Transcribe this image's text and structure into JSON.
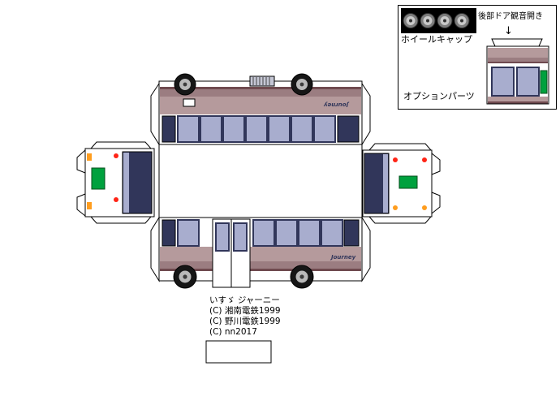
{
  "colors": {
    "pink": "#b59a9c",
    "stripe": "#9b7d81",
    "maroon": "#6f4a4f",
    "lav": "#a8adce",
    "navy": "#31365a",
    "green": "#00a13e",
    "red": "#ff2416",
    "orange": "#ff9d1e",
    "hub": "#b9b9b9",
    "tire": "#161616",
    "vent": "#c4c6d4"
  },
  "options_panel": {
    "wheel_caps_label": "ホイールキャップ",
    "rear_door_label": "後部ドア観音開き",
    "arrow_down": "↓",
    "option_parts_label": "オプションパーツ"
  },
  "credits": {
    "title": "いすゞ ジャーニー",
    "line1": "(C) 湘南電鉄1999",
    "line2": "(C) 野川電鉄1999",
    "line3": "(C) nn2017"
  },
  "bus": {
    "logo": "Journey"
  }
}
